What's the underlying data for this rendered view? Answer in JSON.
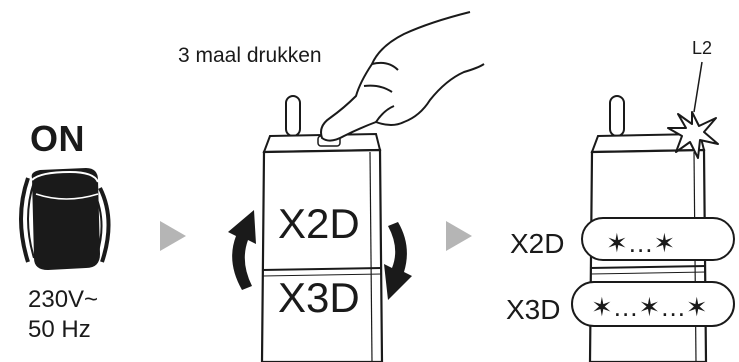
{
  "left": {
    "on_label": "ON",
    "voltage": "230V~",
    "frequency": "50 Hz"
  },
  "middle": {
    "instruction": "3 maal drukken",
    "mode_top": "X2D",
    "mode_bottom": "X3D"
  },
  "right": {
    "led_label": "L2",
    "rows": [
      {
        "label": "X2D",
        "pattern": "✶...✶"
      },
      {
        "label": "X3D",
        "pattern": "✶...✶...✶"
      }
    ]
  },
  "colors": {
    "ink": "#1a1a1a",
    "arrow_gray": "#b5b5b5",
    "device_fill": "#ffffff"
  }
}
